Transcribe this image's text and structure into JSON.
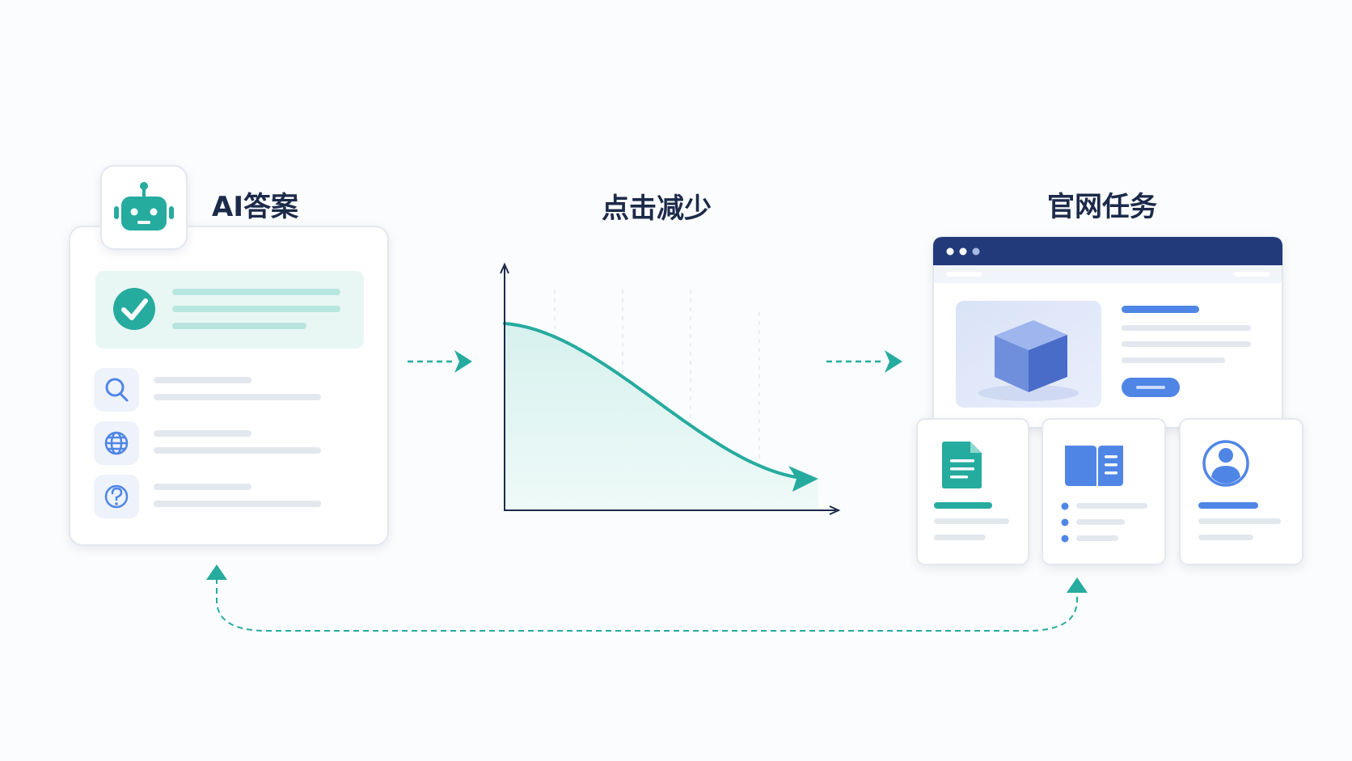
{
  "sections": {
    "ai": {
      "title": "AI答案"
    },
    "clicks": {
      "title": "点击减少"
    },
    "site": {
      "title": "官网任务"
    }
  },
  "icons": {
    "ai_header": "robot-icon",
    "answer": "check-circle-icon",
    "sources": [
      "search-icon",
      "globe-icon",
      "help-icon"
    ],
    "product": "cube-icon",
    "cards": [
      "document-icon",
      "book-icon",
      "user-profile-icon"
    ]
  },
  "colors": {
    "teal": "#26ab9f",
    "teal_light": "#e8f7f4",
    "navy": "#223a7a",
    "blue": "#4f86e6",
    "card_border": "#e3e8ef"
  },
  "chart_data": {
    "type": "area",
    "trend": "decreasing"
  }
}
